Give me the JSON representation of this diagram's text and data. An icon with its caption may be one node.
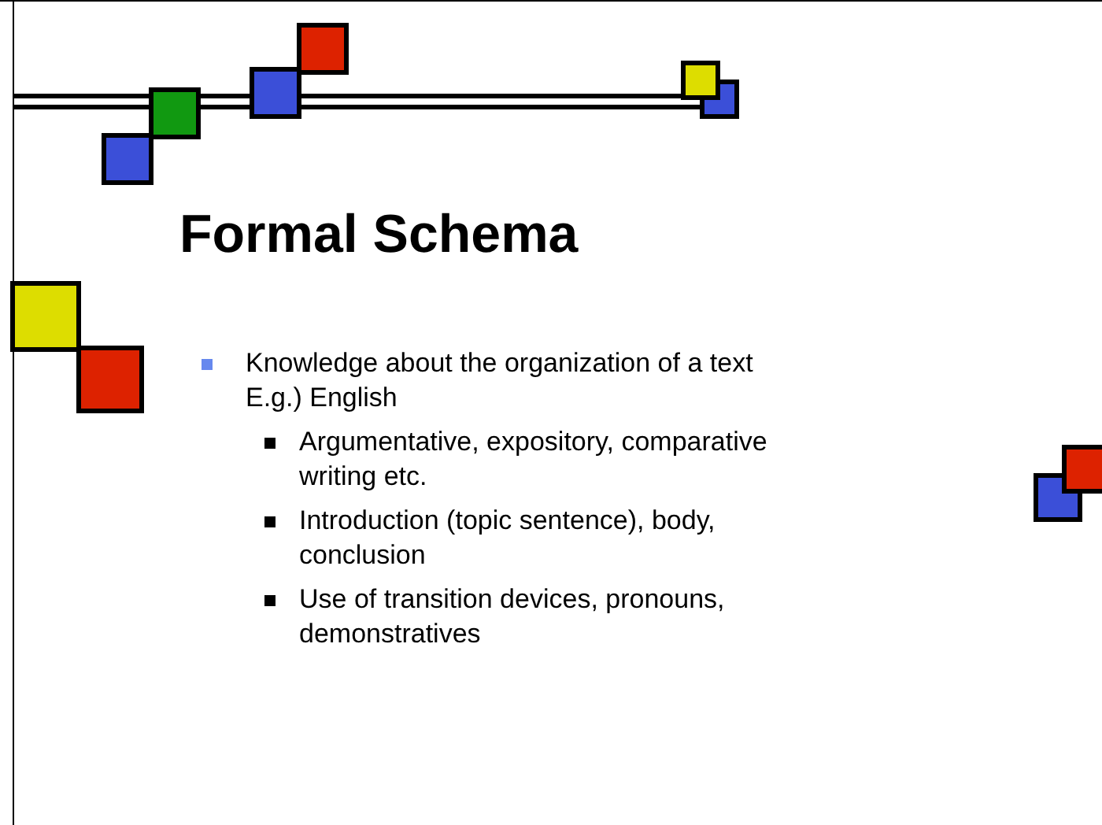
{
  "diagram": {
    "title": "Formal Schema",
    "labels": [
      "Knowledge about the organization of a text",
      "E.g.) English",
      "Argumentative, expository, comparative writing etc.",
      "Introduction (topic sentence), body, conclusion",
      "Use of transition devices, pronouns, demonstratives"
    ]
  }
}
